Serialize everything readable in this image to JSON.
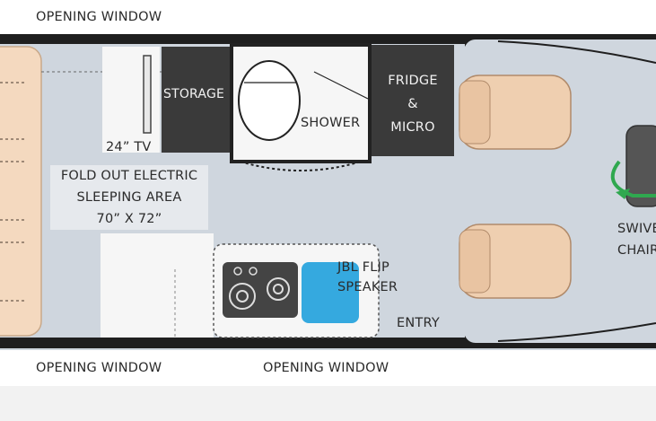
{
  "labels": {
    "window_top": "OPENING WINDOW",
    "window_bottom_left": "OPENING WINDOW",
    "window_bottom_mid": "OPENING WINDOW",
    "storage": "STORAGE",
    "shower": "SHOWER",
    "fridge_line1": "FRIDGE",
    "fridge_line2": "&",
    "fridge_line3": "MICRO",
    "tv": "24” TV",
    "sleep_line1": "FOLD OUT ELECTRIC",
    "sleep_line2": "SLEEPING AREA",
    "sleep_line3": "70” X 72”",
    "jbl_line1": "JBL FLIP",
    "jbl_line2": "SPEAKER",
    "entry": "ENTRY",
    "swivel_line1": "SWIVEL",
    "swivel_line2": "CHAIR"
  },
  "colors": {
    "floor": "#cfd6de",
    "wall": "#1f1f1f",
    "module": "#3a3a3a",
    "bed": "#f4d9bf",
    "seat": "#efcfb0",
    "counter": "#f6f6f6",
    "sink": "#35a9df",
    "swivel_arrow": "#2fa84f"
  }
}
